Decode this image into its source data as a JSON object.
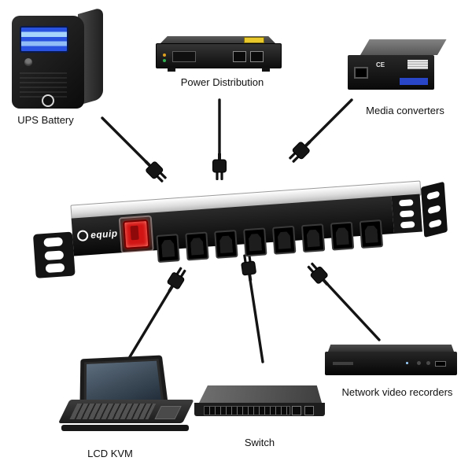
{
  "diagram": {
    "type": "pdu-connectivity"
  },
  "pdu": {
    "brand": "equip",
    "outlet_count": 8
  },
  "devices": {
    "ups_battery": {
      "label": "UPS Battery"
    },
    "power_distribution": {
      "label": "Power Distribution"
    },
    "media_converters": {
      "label": "Media converters",
      "marking": "CE"
    },
    "lcd_kvm": {
      "label": "LCD KVM"
    },
    "switch": {
      "label": "Switch"
    },
    "network_video_recorders": {
      "label": "Network video recorders"
    }
  },
  "colors": {
    "pdu_switch_red": "#d11414",
    "ups_lcd_blue": "#2a52e0",
    "sticker_yellow": "#e8c82a",
    "sticker_blue": "#2a46c8"
  }
}
